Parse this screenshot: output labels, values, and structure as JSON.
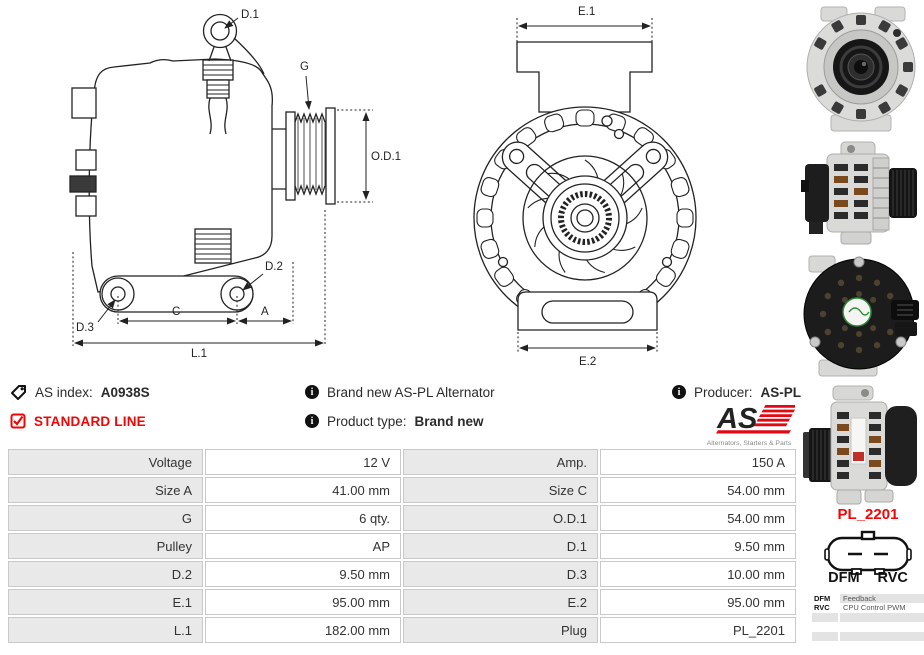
{
  "colors": {
    "accent_red": "#f10505",
    "logo_red": "#e30613",
    "table_label_bg": "#e9e9e9",
    "table_border": "#c9c9c9",
    "line_color": "#222222"
  },
  "diagram_side": {
    "d1": "D.1",
    "g": "G",
    "od1": "O.D.1",
    "d2": "D.2",
    "d3": "D.3",
    "c": "C",
    "a": "A",
    "l1": "L.1"
  },
  "diagram_front": {
    "e1": "E.1",
    "e2": "E.2"
  },
  "info": {
    "as_index_label": "AS index:",
    "as_index_value": "A0938S",
    "standard_line": "STANDARD LINE",
    "brand_new_text": "Brand new AS-PL Alternator",
    "product_type_label": "Product type:",
    "product_type_value": "Brand new",
    "producer_label": "Producer:",
    "producer_value": "AS-PL"
  },
  "logo": {
    "text": "AS",
    "tagline": "Alternators, Starters & Parts"
  },
  "spec": {
    "rows": [
      {
        "l1": "Voltage",
        "v1": "12 V",
        "l2": "Amp.",
        "v2": "150 A"
      },
      {
        "l1": "Size A",
        "v1": "41.00 mm",
        "l2": "Size C",
        "v2": "54.00 mm"
      },
      {
        "l1": "G",
        "v1": "6 qty.",
        "l2": "O.D.1",
        "v2": "54.00 mm"
      },
      {
        "l1": "Pulley",
        "v1": "AP",
        "l2": "D.1",
        "v2": "9.50 mm"
      },
      {
        "l1": "D.2",
        "v1": "9.50 mm",
        "l2": "D.3",
        "v2": "10.00 mm"
      },
      {
        "l1": "E.1",
        "v1": "95.00 mm",
        "l2": "E.2",
        "v2": "95.00 mm"
      },
      {
        "l1": "L.1",
        "v1": "182.00 mm",
        "l2": "Plug",
        "v2": "PL_2201"
      }
    ]
  },
  "plug": {
    "title": "PL_2201",
    "pin1": "DFM",
    "pin2": "RVC",
    "legend": [
      {
        "key": "DFM",
        "value": "Feedback"
      },
      {
        "key": "RVC",
        "value": "CPU Control PWM"
      }
    ]
  }
}
